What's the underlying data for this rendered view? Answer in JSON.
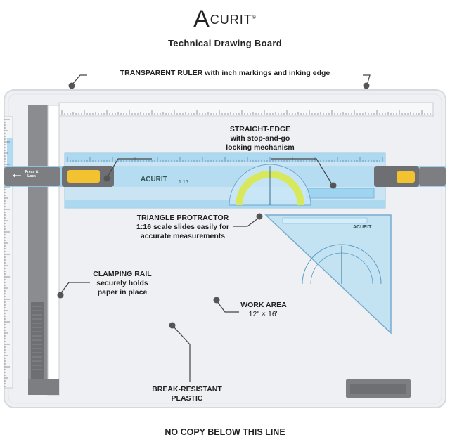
{
  "brand": {
    "initial": "A",
    "rest": "CURIT",
    "registered": "®"
  },
  "subtitle": "Technical Drawing Board",
  "callouts": {
    "ruler": "TRANSPARENT RULER with inch markings and inking edge",
    "straight_edge_1": "STRAIGHT-EDGE",
    "straight_edge_2": "with stop-and-go",
    "straight_edge_3": "locking mechanism",
    "protractor_1": "TRIANGLE PROTRACTOR",
    "protractor_2": "1:16 scale slides easily for",
    "protractor_3": "accurate measurements",
    "rail_1": "CLAMPING RAIL",
    "rail_2": "securely holds",
    "rail_3": "paper in place",
    "work_1": "WORK AREA",
    "work_2": "12\" × 16\"",
    "plastic_1": "BREAK-RESISTANT",
    "plastic_2": "PLASTIC"
  },
  "board_labels": {
    "press_lock": "Press & Lock",
    "scale": "1:16",
    "ruler_logo": "ACURIT",
    "triangle_logo": "ACURIT"
  },
  "footer": "NO COPY BELOW THIS LINE",
  "colors": {
    "board": "#eef0f3",
    "ruler_blue": "#8ec9ec",
    "rail_gray": "#7c7e82",
    "clip_yellow": "#f2c230",
    "protractor_green": "#d7e85a"
  }
}
